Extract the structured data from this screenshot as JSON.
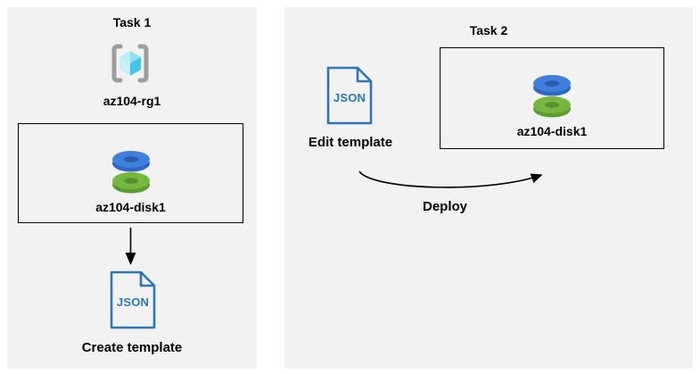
{
  "colors": {
    "page_bg": "#ffffff",
    "panel_bg": "#f2f2f2",
    "box_border": "#000000",
    "json_blue": "#2e75b6",
    "disk_blue_top": "#3e80da",
    "disk_blue_rim": "#2d66c3",
    "disk_blue_hole": "#2a5cb0",
    "disk_green_top": "#76b73f",
    "disk_green_rim": "#5d9b33",
    "disk_green_hole": "#55922f",
    "bracket_gray": "#9d9d9d",
    "cube_top_left": "#b9ecf9",
    "cube_top_right": "#8fe0f4",
    "cube_left": "#c6f1fb",
    "cube_right": "#41c4e6",
    "arrow_black": "#000000"
  },
  "task1": {
    "title": "Task 1",
    "resource_group": {
      "label": "az104-rg1",
      "icon": "resource-group-icon"
    },
    "disk": {
      "label": "az104-disk1",
      "icon": "managed-disk-icon"
    },
    "json_file": {
      "icon_text": "JSON",
      "icon": "json-file-icon"
    },
    "action_label": "Create template"
  },
  "task2": {
    "title": "Task 2",
    "json_file": {
      "icon_text": "JSON",
      "icon": "json-file-icon"
    },
    "edit_label": "Edit template",
    "disk": {
      "label": "az104-disk1",
      "icon": "managed-disk-icon"
    },
    "deploy_label": "Deploy"
  }
}
